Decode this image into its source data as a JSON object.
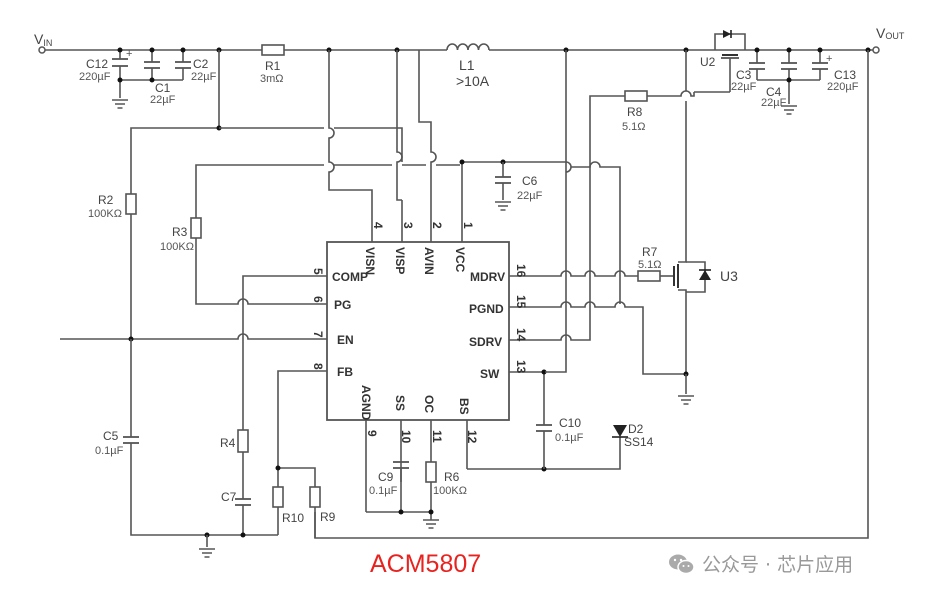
{
  "title": "ACM5807",
  "watermark": "公众号 · 芯片应用",
  "ports": {
    "vin": "VIN",
    "vout": "VOUT"
  },
  "ic": {
    "pins": [
      {
        "num": "1",
        "name": "VCC"
      },
      {
        "num": "2",
        "name": "AVIN"
      },
      {
        "num": "3",
        "name": "VISP"
      },
      {
        "num": "4",
        "name": "VISN"
      },
      {
        "num": "5",
        "name": "COMP"
      },
      {
        "num": "6",
        "name": "PG"
      },
      {
        "num": "7",
        "name": "EN"
      },
      {
        "num": "8",
        "name": "FB"
      },
      {
        "num": "9",
        "name": "AGND"
      },
      {
        "num": "10",
        "name": "SS"
      },
      {
        "num": "11",
        "name": "OC"
      },
      {
        "num": "12",
        "name": "BS"
      },
      {
        "num": "13",
        "name": "SW"
      },
      {
        "num": "14",
        "name": "SDRV"
      },
      {
        "num": "15",
        "name": "PGND"
      },
      {
        "num": "16",
        "name": "MDRV"
      }
    ]
  },
  "components": {
    "C12": {
      "ref": "C12",
      "value": "220µF"
    },
    "C1": {
      "ref": "C1",
      "value": "22µF"
    },
    "C2": {
      "ref": "C2",
      "value": "22µF"
    },
    "R1": {
      "ref": "R1",
      "value": "3mΩ"
    },
    "L1": {
      "ref": "L1",
      "value": ">10A"
    },
    "U2": {
      "ref": "U2"
    },
    "C3": {
      "ref": "C3",
      "value": "22µF"
    },
    "C4": {
      "ref": "C4",
      "value": "22µF"
    },
    "C13": {
      "ref": "C13",
      "value": "220µF"
    },
    "R8": {
      "ref": "R8",
      "value": "5.1Ω"
    },
    "C6": {
      "ref": "C6",
      "value": "22µF"
    },
    "R2": {
      "ref": "R2",
      "value": "100KΩ"
    },
    "R3": {
      "ref": "R3",
      "value": "100KΩ"
    },
    "R7": {
      "ref": "R7",
      "value": "5.1Ω"
    },
    "U3": {
      "ref": "U3"
    },
    "C5": {
      "ref": "C5",
      "value": "0.1µF"
    },
    "R4": {
      "ref": "R4"
    },
    "C7": {
      "ref": "C7"
    },
    "R10": {
      "ref": "R10"
    },
    "R9": {
      "ref": "R9"
    },
    "C9": {
      "ref": "C9",
      "value": "0.1µF"
    },
    "R6": {
      "ref": "R6",
      "value": "100KΩ"
    },
    "C10": {
      "ref": "C10",
      "value": "0.1µF"
    },
    "D2": {
      "ref": "D2",
      "value": "SS14"
    }
  }
}
